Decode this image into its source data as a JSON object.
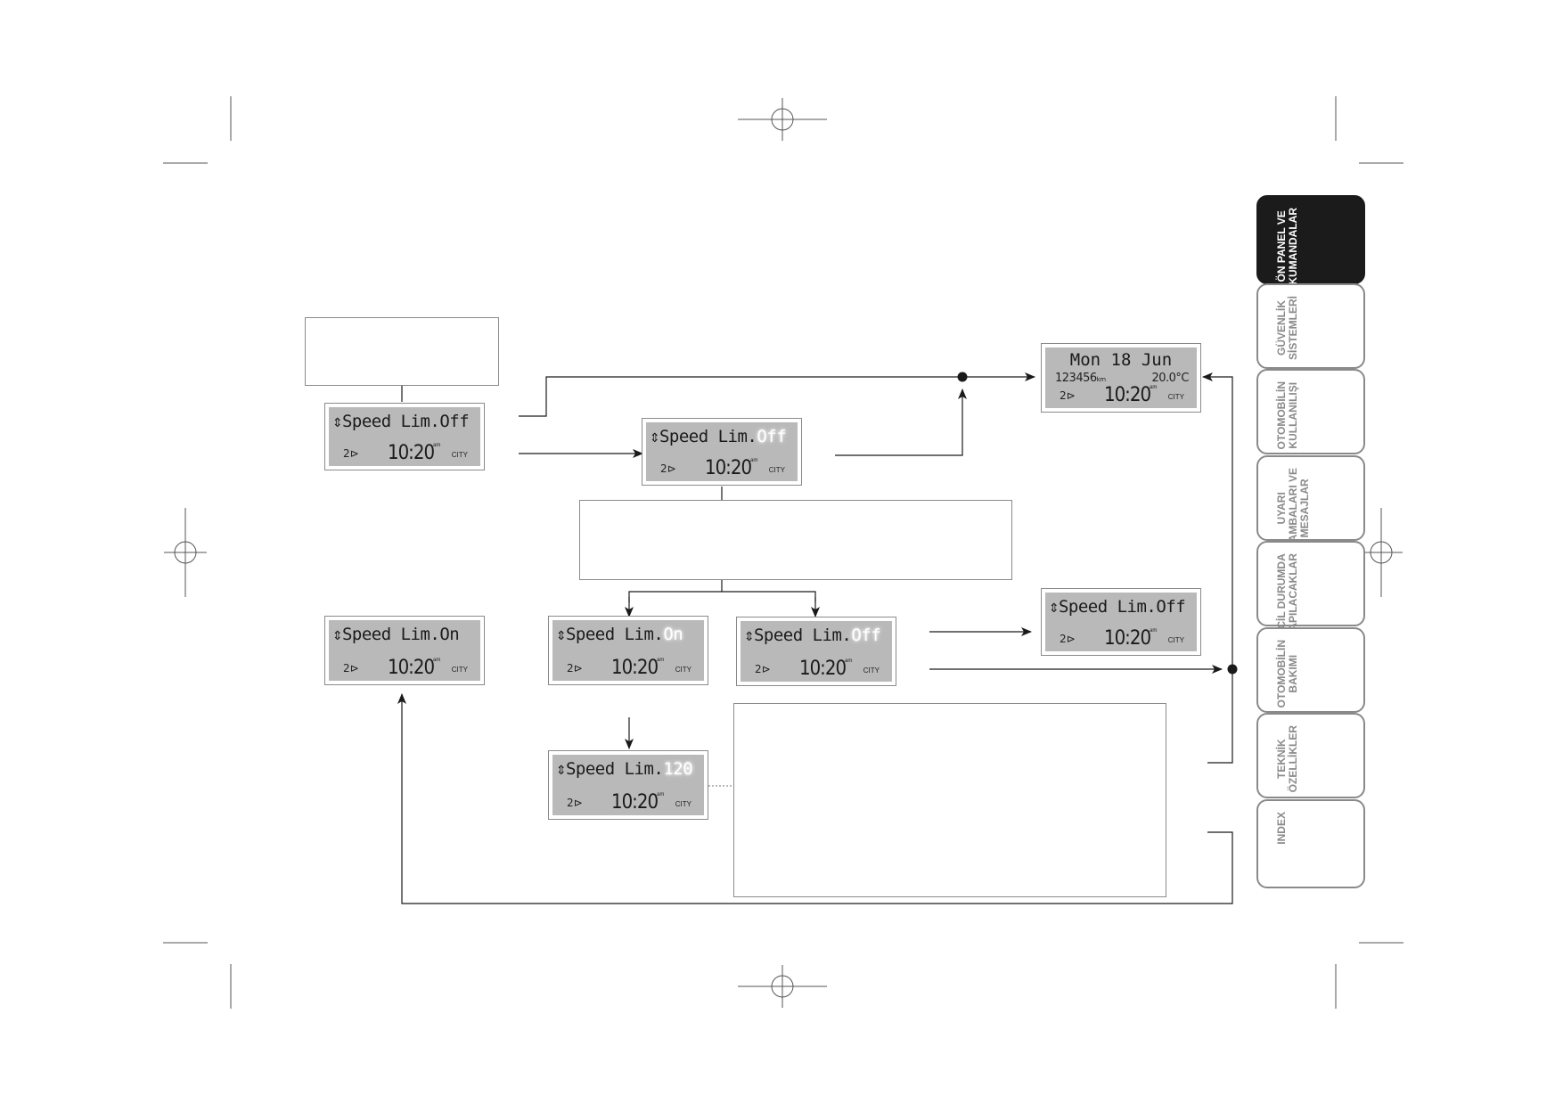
{
  "displays": [
    {
      "id": "d1",
      "line1": "Speed Lim.",
      "value": "Off",
      "blink": false,
      "time": "10:20",
      "ampm": "am",
      "mode": "CITY",
      "outside_temp": "2"
    },
    {
      "id": "d2",
      "line1": "Speed Lim.",
      "value": "Off",
      "blink": true,
      "time": "10:20",
      "ampm": "am",
      "mode": "CITY",
      "outside_temp": "2"
    },
    {
      "id": "d3",
      "date": "Mon 18 Jun",
      "odometer": "123456",
      "odo_unit": "km",
      "temperature": "20.0°C",
      "time": "10:20",
      "ampm": "am",
      "mode": "CITY",
      "outside_temp": "2"
    },
    {
      "id": "d4",
      "line1": "Speed Lim.",
      "value": "On",
      "blink": false,
      "time": "10:20",
      "ampm": "am",
      "mode": "CITY",
      "outside_temp": "2"
    },
    {
      "id": "d5",
      "line1": "Speed Lim.",
      "value": "On",
      "blink": true,
      "time": "10:20",
      "ampm": "am",
      "mode": "CITY",
      "outside_temp": "2"
    },
    {
      "id": "d6",
      "line1": "Speed Lim.",
      "value": "Off",
      "blink": true,
      "time": "10:20",
      "ampm": "am",
      "mode": "CITY",
      "outside_temp": "2"
    },
    {
      "id": "d7",
      "line1": "Speed Lim.",
      "value": "Off",
      "blink": false,
      "time": "10:20",
      "ampm": "am",
      "mode": "CITY",
      "outside_temp": "2"
    },
    {
      "id": "d8",
      "line1": "Speed Lim.",
      "value": "120",
      "blink": true,
      "time": "10:20",
      "ampm": "am",
      "mode": "CITY",
      "outside_temp": "2"
    }
  ],
  "tabs": [
    {
      "label": "ÖN PANEL VE\nKUMANDALAR",
      "active": true
    },
    {
      "label": "GÜVENLİK\nSİSTEMLERİ",
      "active": false
    },
    {
      "label": "OTOMOBİLİN\nKULLANILIŞI",
      "active": false
    },
    {
      "label": "UYARI\nLAMBALARI VE\nMESAJLAR",
      "active": false
    },
    {
      "label": "ACİL DURUMDA\nYAPILACAKLAR",
      "active": false
    },
    {
      "label": "OTOMOBİLİN\nBAKIMI",
      "active": false
    },
    {
      "label": "TEKNİK\nÖZELLİKLER",
      "active": false
    },
    {
      "label": "INDEX",
      "active": false
    }
  ]
}
